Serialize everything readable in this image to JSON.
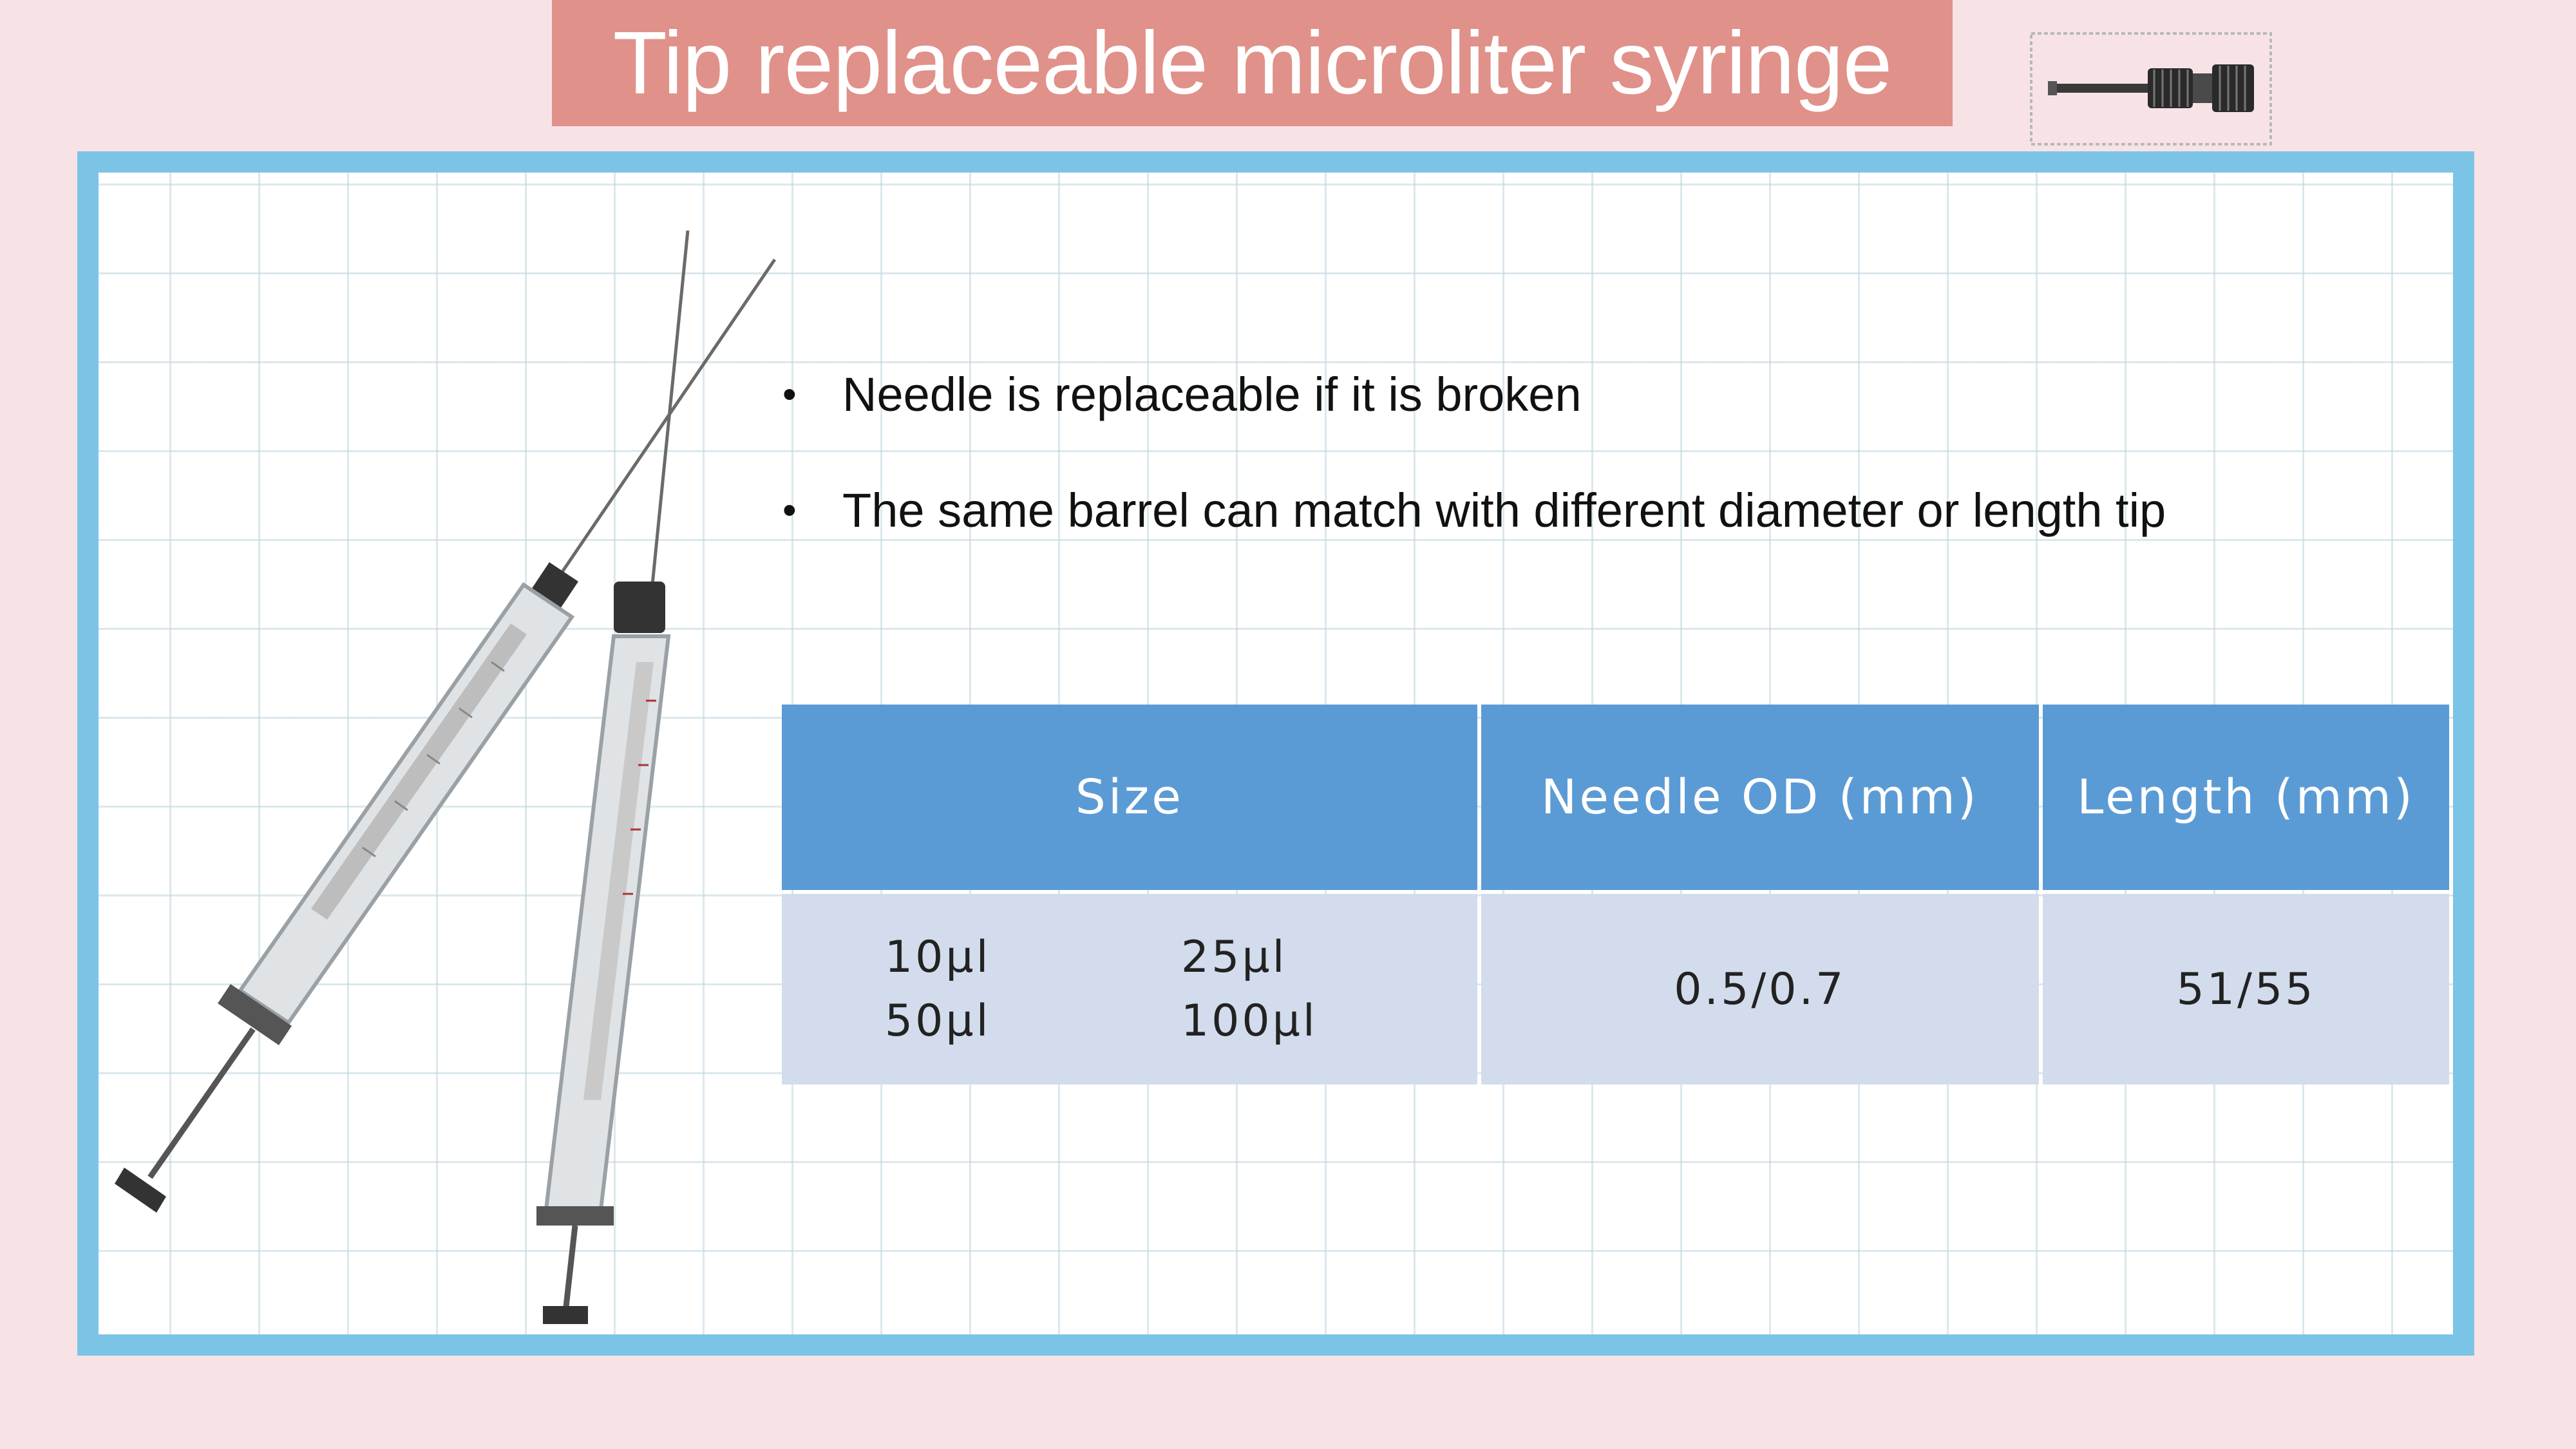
{
  "title": "Tip replaceable microliter syringe",
  "images": {
    "thumbnail": "tip-needle-icon",
    "product": "two-microliter-syringes"
  },
  "bullets": [
    "Needle is replaceable if it is broken",
    "The same barrel can match with different diameter or length tip"
  ],
  "table": {
    "headers": [
      "Size",
      "Needle OD (mm)",
      "Length (mm)"
    ],
    "row": {
      "sizes": [
        "10μl",
        "25μl",
        "50μl",
        "100μl"
      ],
      "needle_od": "0.5/0.7",
      "length": "51/55"
    }
  },
  "colors": {
    "background": "#f7e3e6",
    "title_box": "#e0918a",
    "frame_border": "#7cc4e6",
    "table_header": "#5b9bd5",
    "table_row": "#d3dcec"
  }
}
